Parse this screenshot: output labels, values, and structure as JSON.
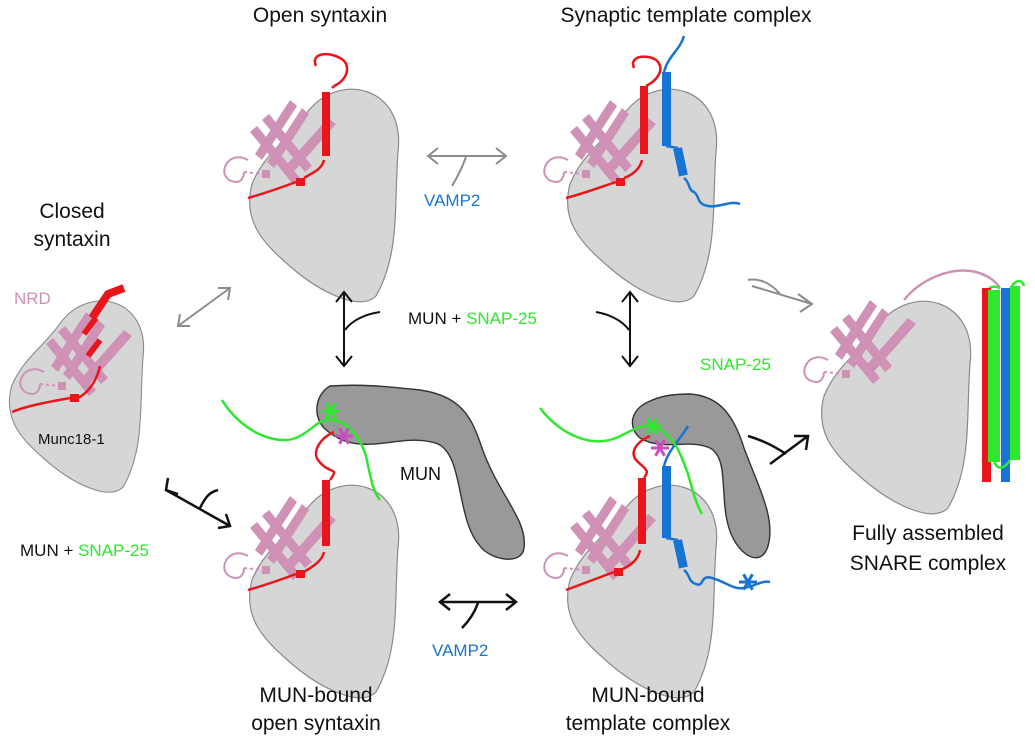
{
  "colors": {
    "syntaxin": "#e8161b",
    "vamp2": "#1874d4",
    "snap25": "#2ee82e",
    "nrd": "#cf92b6",
    "munc18": "#d6d6d6",
    "mun": "#999999",
    "black_arrow": "#111111",
    "grey_arrow": "#8c8c8c"
  },
  "states": {
    "closed_syntaxin": {
      "line1": "Closed",
      "line2": "syntaxin"
    },
    "open_syntaxin": {
      "title": "Open syntaxin"
    },
    "synaptic_template": {
      "title": "Synaptic template complex"
    },
    "mun_bound_open": {
      "line1": "MUN-bound",
      "line2": "open syntaxin"
    },
    "mun_bound_template": {
      "line1": "MUN-bound",
      "line2": "template complex"
    },
    "fully_assembled": {
      "line1": "Fully assembled",
      "line2": "SNARE complex"
    }
  },
  "labels": {
    "nrd": "NRD",
    "munc18": "Munc18-1",
    "mun": "MUN",
    "vamp2": "VAMP2",
    "snap25": "SNAP-25",
    "mun_plus": "MUN + "
  },
  "icons": {
    "star_snap25": "asterisk-green",
    "star_nrd": "asterisk-pink",
    "star_vamp2": "asterisk-blue"
  }
}
